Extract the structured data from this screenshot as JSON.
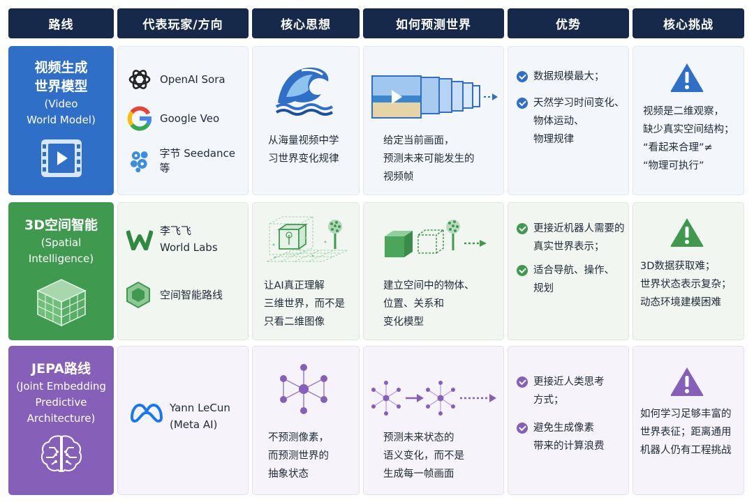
{
  "headers": [
    "路线",
    "代表玩家/方向",
    "核心思想",
    "如何预测世界",
    "优势",
    "核心挑战"
  ],
  "rows": [
    {
      "name_lines": [
        "视频生成",
        "世界模型"
      ],
      "sub_lines": [
        "(Video",
        "World Model)"
      ],
      "players": [
        "OpenAI Sora",
        "Google Veo",
        "字节 Seedance 等"
      ],
      "idea_lines": [
        "从海量视频中学",
        "习世界变化规律"
      ],
      "predict_lines": [
        "给定当前画面，",
        "预测未来可能发生的",
        "视频帧"
      ],
      "advantages": [
        [
          "数据规模最大；"
        ],
        [
          "天然学习时间变化、",
          "物体运动、",
          "物理规律"
        ]
      ],
      "challenge_lines": [
        "视频是二维观察，",
        "缺少真实空间结构；",
        "“看起来合理”≠",
        "“物理可执行”"
      ]
    },
    {
      "name_lines": [
        "3D空间智能"
      ],
      "sub_lines": [
        "(Spatial",
        "Intelligence)"
      ],
      "players": [
        "李飞飞",
        "World Labs",
        "空间智能路线"
      ],
      "idea_lines": [
        "让AI真正理解",
        "三维世界，而不是",
        "只看二维图像"
      ],
      "predict_lines": [
        "建立空间中的物体、",
        "位置、关系和",
        "变化模型"
      ],
      "advantages": [
        [
          "更接近机器人需要的",
          "真实世界表示；"
        ],
        [
          "适合导航、操作、",
          "规划"
        ]
      ],
      "challenge_lines": [
        "3D数据获取难；",
        "世界状态表示复杂；",
        "动态环境建模困难"
      ]
    },
    {
      "name_lines": [
        "JEPA路线"
      ],
      "sub_lines": [
        "(Joint Embedding",
        "Predictive",
        "Architecture)"
      ],
      "players": [
        "Yann LeCun",
        "(Meta AI)"
      ],
      "idea_lines": [
        "不预测像素，",
        "而预测世界的",
        "抽象状态"
      ],
      "predict_lines": [
        "预测未来状态的",
        "语义变化，而不是",
        "生成每一帧画面"
      ],
      "advantages": [
        [
          "更接近人类思考",
          "方式；"
        ],
        [
          "避免生成像素",
          "带来的计算浪费"
        ]
      ],
      "challenge_lines": [
        "如何学习足够丰富的",
        "世界表征；距离通用",
        "机器人仍有工程挑战"
      ]
    }
  ],
  "colors": {
    "header": "#16294a",
    "blue": "#2f6fc7",
    "green": "#3f9a50",
    "purple": "#8660b8",
    "navy_icon": "#1e4f9c"
  },
  "icons": {
    "openai": "openai-logo-icon",
    "google": "google-logo-icon",
    "bytedance": "seedance-logo-icon",
    "worldlabs": "world-labs-logo-icon",
    "spatial": "cube-icon",
    "meta": "meta-logo-icon",
    "warning": "warning-icon",
    "check": "check-circle-icon"
  }
}
